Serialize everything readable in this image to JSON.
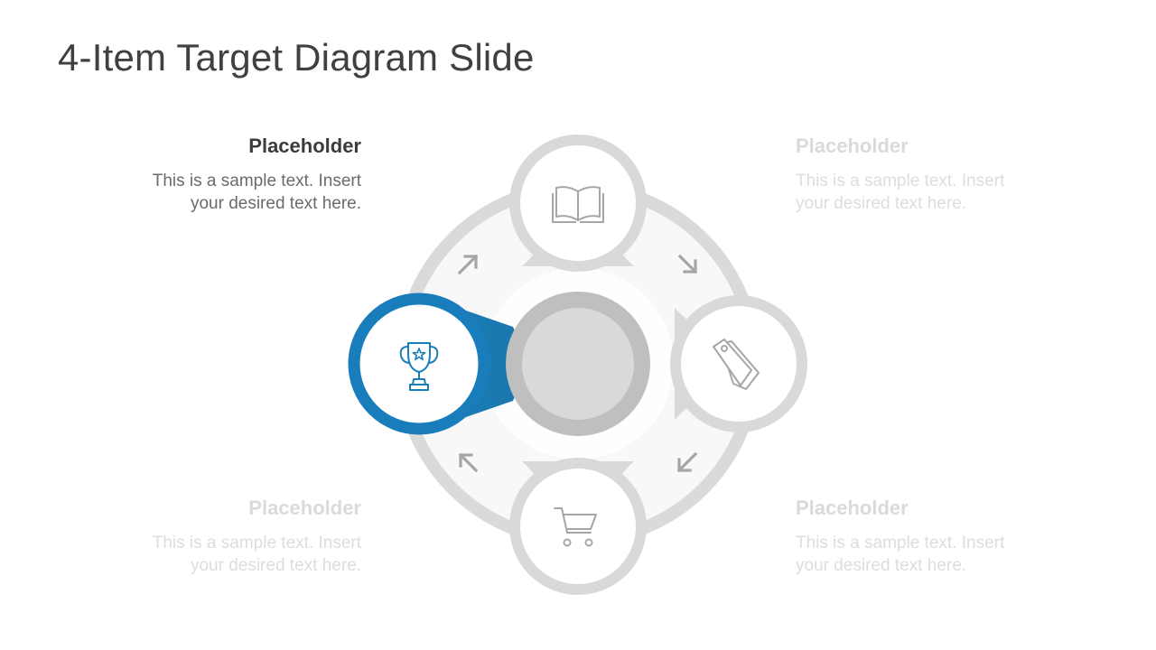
{
  "title": "4-Item Target Diagram Slide",
  "items": [
    {
      "heading": "Placeholder",
      "text_line1": "This is a sample text. Insert",
      "text_line2": "your desired text here.",
      "icon": "trophy-icon",
      "active": true
    },
    {
      "heading": "Placeholder",
      "text_line1": "This is a sample text. Insert",
      "text_line2": "your desired text here.",
      "icon": "book-icon",
      "active": false
    },
    {
      "heading": "Placeholder",
      "text_line1": "This is a sample text. Insert",
      "text_line2": "your desired text here.",
      "icon": "price-tag-icon",
      "active": false
    },
    {
      "heading": "Placeholder",
      "text_line1": "This is a sample text. Insert",
      "text_line2": "your desired text here.",
      "icon": "shopping-cart-icon",
      "active": false
    }
  ],
  "colors": {
    "accent": "#1a7dbb",
    "ring": "#d9d9d9",
    "hub_outer": "#bfbfbf",
    "hub_inner": "#d9d9d9",
    "arrow": "#a6a6a6"
  }
}
